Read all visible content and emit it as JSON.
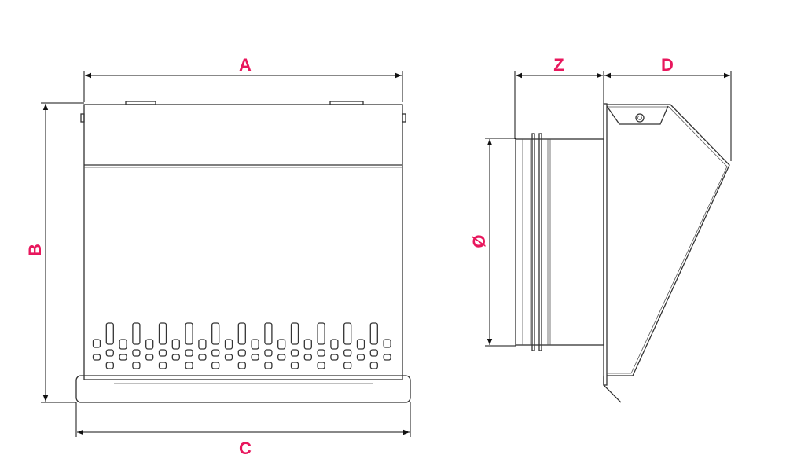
{
  "labels": {
    "A": "A",
    "B": "B",
    "C": "C",
    "Z": "Z",
    "D": "D",
    "diameter": "Ø"
  },
  "colors": {
    "label": "#e8175d",
    "line": "#333333"
  }
}
